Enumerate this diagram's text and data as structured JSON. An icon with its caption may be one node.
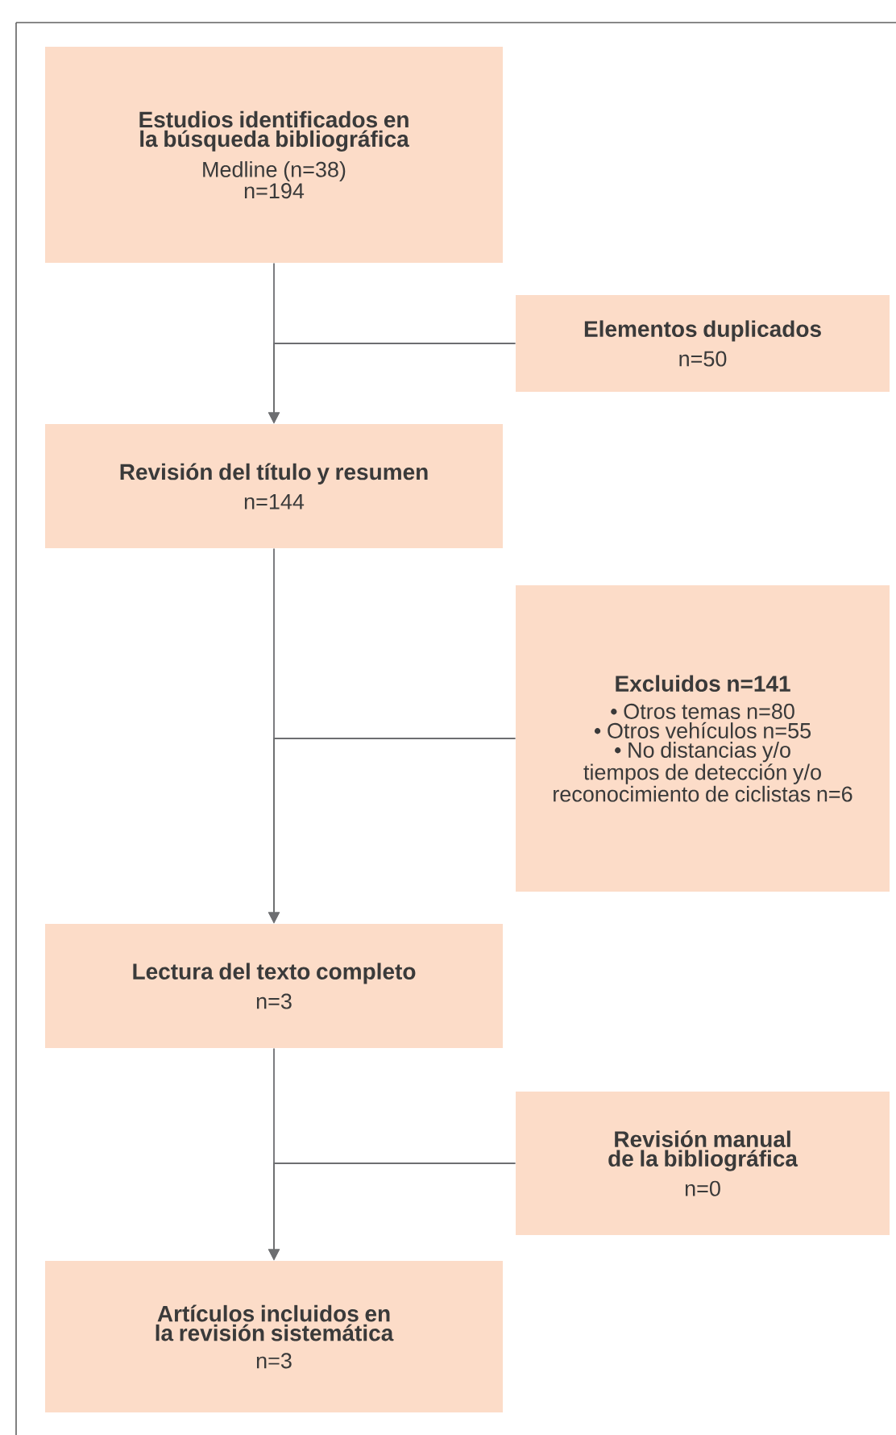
{
  "diagram": {
    "nodes": [
      {
        "text": [
          "Estudios identificados en la búsqueda bibliográfica",
          "Medline (n=38)",
          "n=194"
        ]
      },
      {
        "text": [
          "Elementos duplicados",
          "n=50"
        ]
      },
      {
        "text": [
          "Revisión del título y resumen",
          "n=144"
        ]
      },
      {
        "text": [
          "Excluidos n=141",
          "• Otros temas n=80",
          "• Otros vehículos n=55",
          "• No distancias y/o tiempos de detección y/o reconocimiento de ciclistas n=6"
        ]
      },
      {
        "text": [
          "Lectura del texto completo",
          "n=3"
        ]
      },
      {
        "text": [
          "Revisión manual de la bibliográfica",
          "n=0"
        ]
      },
      {
        "text": [
          "Artículos incluidos en la revisión sistemática",
          "n=3"
        ]
      }
    ],
    "edges": [
      {
        "from": 0,
        "to": 2,
        "arrow": "to"
      },
      {
        "from": 1,
        "to": 2,
        "arrow": "to"
      },
      {
        "from": 2,
        "to": 4,
        "arrow": "to"
      },
      {
        "from": 3,
        "to": 4,
        "arrow": "to"
      },
      {
        "from": 4,
        "to": 6,
        "arrow": "to"
      },
      {
        "from": 5,
        "to": 6,
        "arrow": "to"
      }
    ]
  }
}
